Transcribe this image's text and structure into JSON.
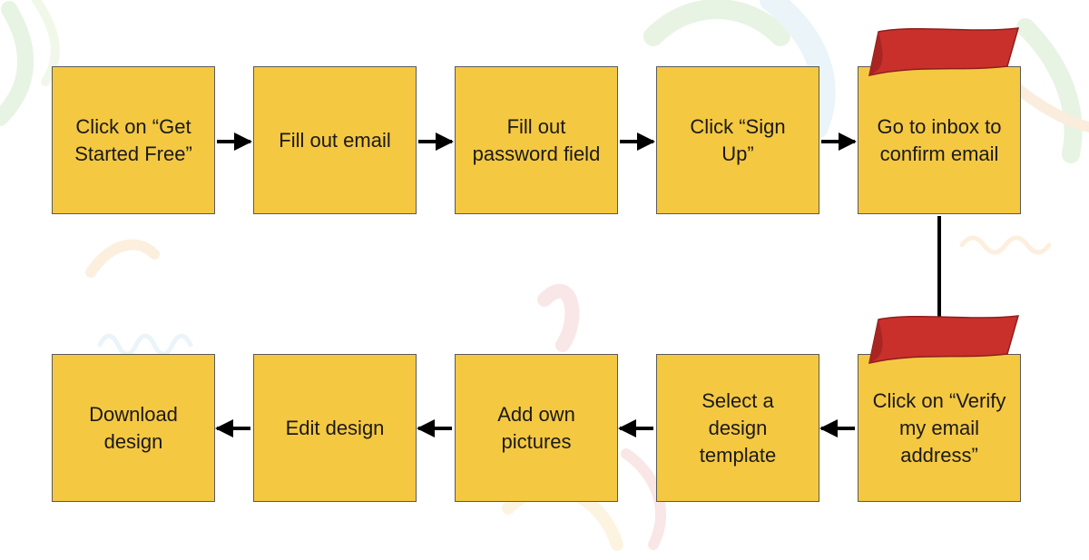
{
  "flow": {
    "steps": [
      {
        "id": "s1",
        "text": "Click on “Get Started Free”"
      },
      {
        "id": "s2",
        "text": "Fill out email"
      },
      {
        "id": "s3",
        "text": "Fill out password field"
      },
      {
        "id": "s4",
        "text": "Click “Sign Up”"
      },
      {
        "id": "s5",
        "text": "Go to inbox to confirm email"
      },
      {
        "id": "s6",
        "text": "Click on “Verify my email address”"
      },
      {
        "id": "s7",
        "text": "Select a design template"
      },
      {
        "id": "s8",
        "text": "Add own pictures"
      },
      {
        "id": "s9",
        "text": "Edit design"
      },
      {
        "id": "s10",
        "text": "Download design"
      }
    ]
  },
  "colors": {
    "box_fill": "#f5c842",
    "box_border": "#5a5a5a",
    "arrow": "#000000",
    "flag": "#c9302c"
  }
}
